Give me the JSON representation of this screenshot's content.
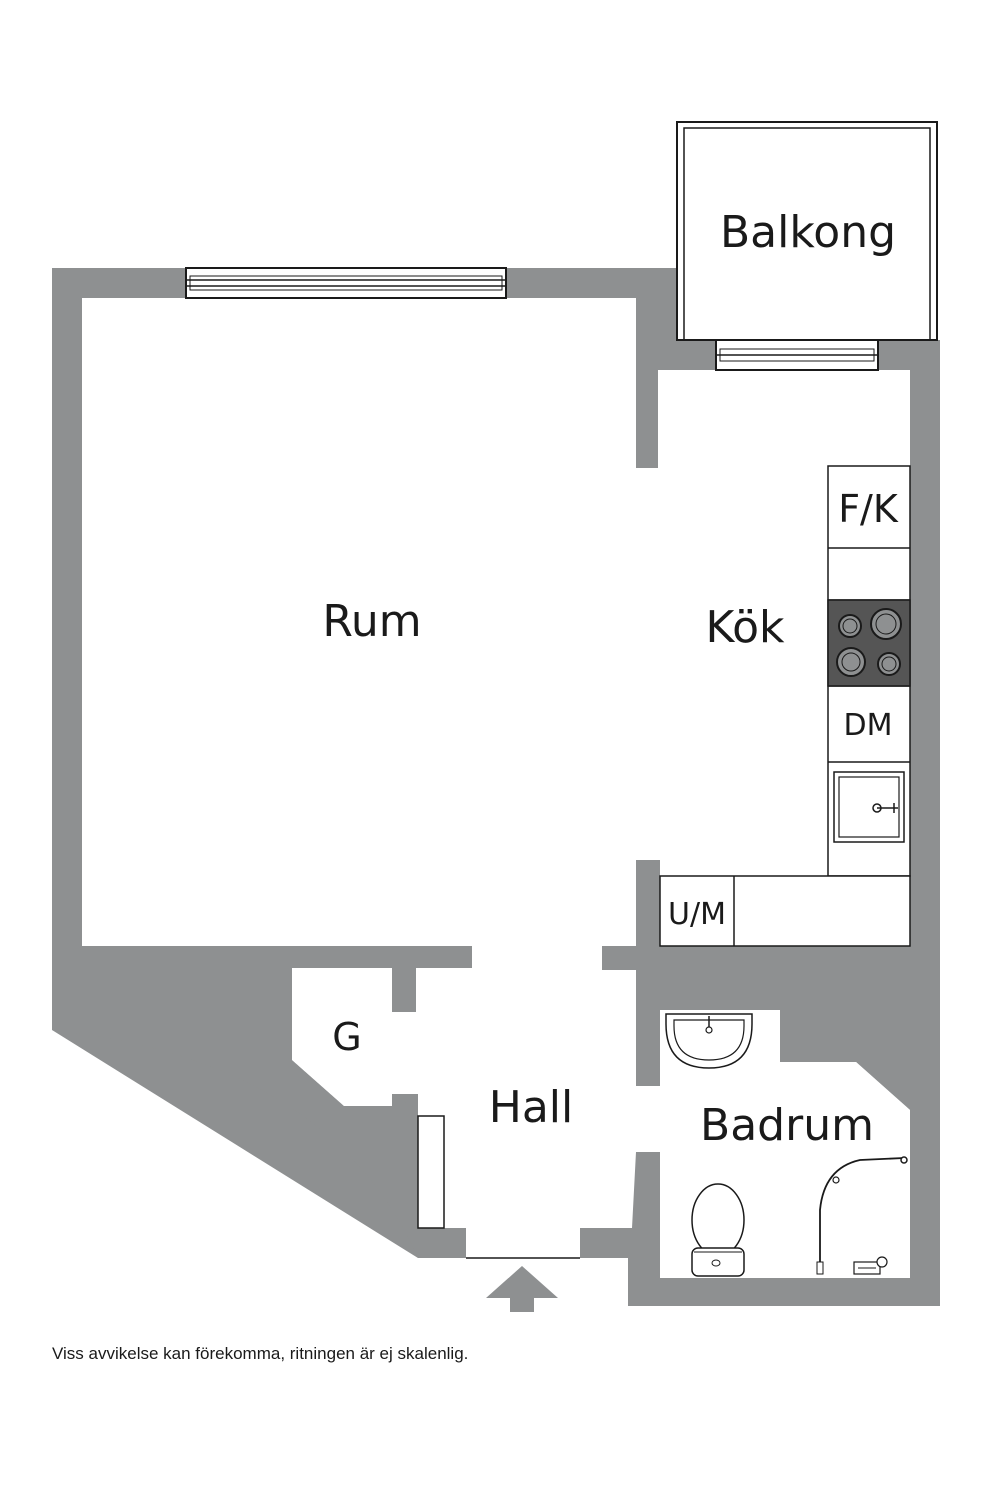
{
  "rooms": {
    "balkong": "Balkong",
    "rum": "Rum",
    "kok": "Kök",
    "hall": "Hall",
    "badrum": "Badrum",
    "garderob": "G"
  },
  "fixtures": {
    "fridge_freezer": "F/K",
    "dishwasher": "DM",
    "microwave_oven": "U/M"
  },
  "disclaimer": "Viss avvikelse kan förekomma, ritningen är ej skalenlig.",
  "colors": {
    "wall": "#8e9091",
    "line": "#1a1a1a",
    "stove": "#555555",
    "floor": "#ffffff"
  }
}
